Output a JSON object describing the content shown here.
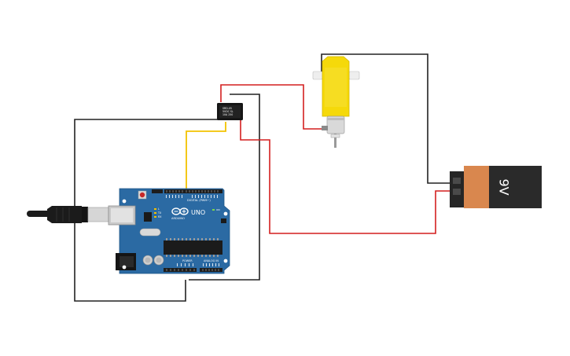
{
  "board": {
    "name": "UNO",
    "brand": "ARDUINO",
    "digital_header": "DIGITAL (PWM~)",
    "power_header": "POWER",
    "analog_header": "ANALOG IN",
    "tx": "TX",
    "rx": "RX",
    "l": "L",
    "on": "ON"
  },
  "relay": {
    "line1": "SRD-05",
    "line2": "5VDC SL",
    "line3": "10A 250"
  },
  "battery": {
    "label": "9V"
  },
  "colors": {
    "board": "#2b6aa3",
    "wire_black": "#222222",
    "wire_red": "#d41f1f",
    "wire_yellow": "#f2c200",
    "motor_yellow": "#f5d90a",
    "battery_orange": "#d9874e",
    "battery_dark": "#2a2a2a"
  }
}
